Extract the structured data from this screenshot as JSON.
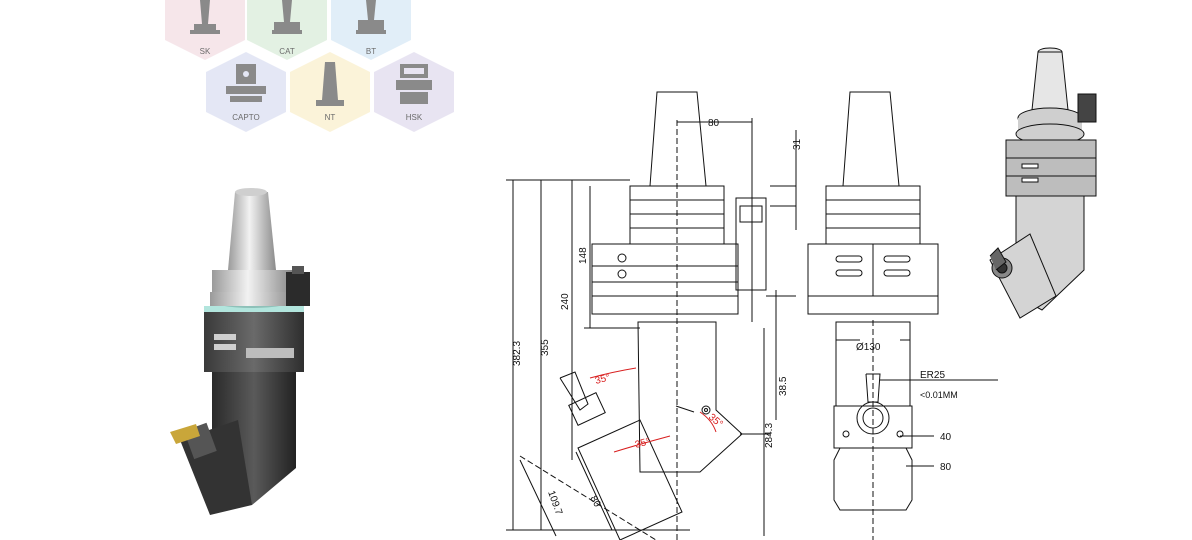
{
  "interfaces": [
    {
      "label": "SK",
      "color": "#f6e6ea"
    },
    {
      "label": "CAT",
      "color": "#e3f1e3"
    },
    {
      "label": "BT",
      "color": "#e1eef8"
    },
    {
      "label": "CAPTO",
      "color": "#e4e7f5"
    },
    {
      "label": "NT",
      "color": "#fbf3d9"
    },
    {
      "label": "HSK",
      "color": "#e8e4f2"
    }
  ],
  "dimensions": {
    "width_top": "80",
    "key_height": "31",
    "flange_to_body": "148",
    "gauge_to_head": "240",
    "total_length": "355",
    "overall": "382.3",
    "head_offset": "38.5",
    "spindle_length": "284.3",
    "head_width": "80",
    "head_depth": "109.7",
    "angle_1": "35°",
    "angle_2": "35°",
    "angle_3": "35°",
    "diameter": "Ø130",
    "collet": "ER25",
    "runout": "<0.01MM",
    "dim_40": "40",
    "dim_80": "80"
  }
}
